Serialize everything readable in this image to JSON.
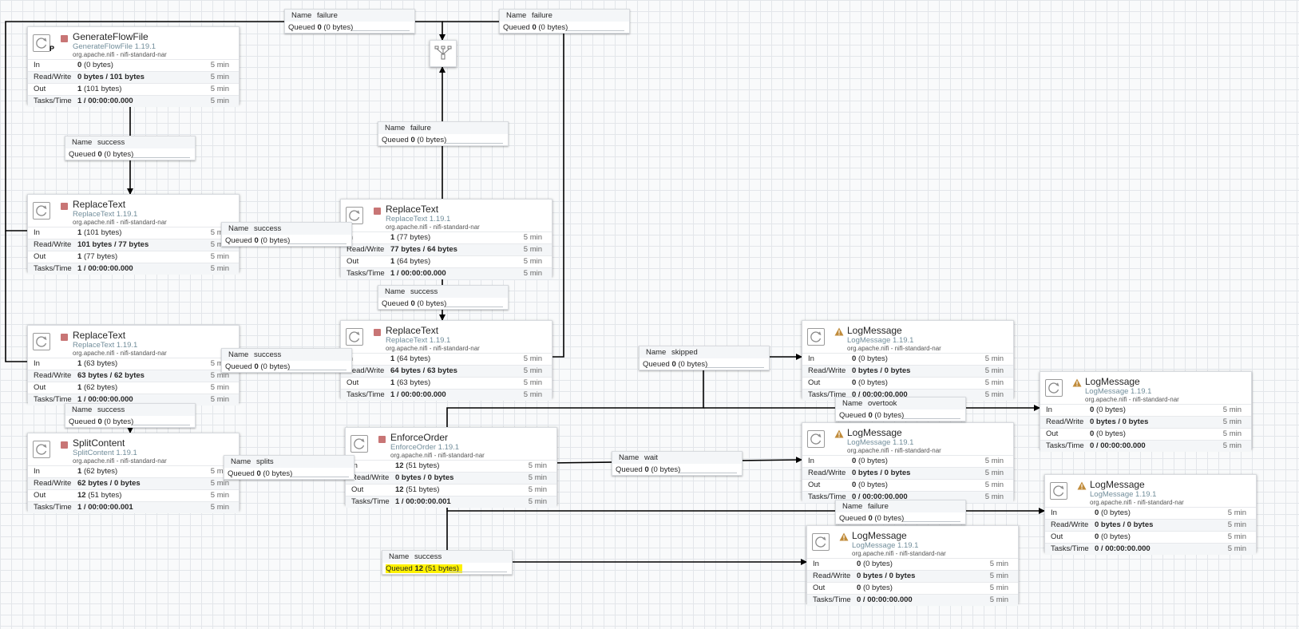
{
  "time_window": "5 min",
  "row_labels": {
    "in": "In",
    "read_write": "Read/Write",
    "out": "Out",
    "tasks_time": "Tasks/Time"
  },
  "conn_labels": {
    "name": "Name",
    "queued": "Queued"
  },
  "colors": {
    "stopped": "#c87575",
    "warning": "#c08b3a",
    "link": "#000000",
    "highlight": "#fff200"
  },
  "icons": {
    "processor": "processor-icon",
    "funnel": "funnel-icon",
    "stopped": "stopped-state-icon",
    "invalid": "warning-icon"
  },
  "processors": [
    {
      "id": "p1",
      "name": "GenerateFlowFile",
      "type": "GenerateFlowFile 1.19.1",
      "bundle": "org.apache.nifi - nifi-standard-nar",
      "primary": "P",
      "state": "stopped",
      "in_c": "0",
      "in_s": "(0 bytes)",
      "rw": "0 bytes / 101 bytes",
      "out_c": "1",
      "out_s": "(101 bytes)",
      "tasks": "1 / 00:00:00.000"
    },
    {
      "id": "p2",
      "name": "ReplaceText",
      "type": "ReplaceText 1.19.1",
      "bundle": "org.apache.nifi - nifi-standard-nar",
      "state": "stopped",
      "in_c": "1",
      "in_s": "(101 bytes)",
      "rw": "101 bytes / 77 bytes",
      "out_c": "1",
      "out_s": "(77 bytes)",
      "tasks": "1 / 00:00:00.000"
    },
    {
      "id": "p3",
      "name": "ReplaceText",
      "type": "ReplaceText 1.19.1",
      "bundle": "org.apache.nifi - nifi-standard-nar",
      "state": "stopped",
      "in_c": "1",
      "in_s": "(63 bytes)",
      "rw": "63 bytes / 62 bytes",
      "out_c": "1",
      "out_s": "(62 bytes)",
      "tasks": "1 / 00:00:00.000"
    },
    {
      "id": "p4",
      "name": "SplitContent",
      "type": "SplitContent 1.19.1",
      "bundle": "org.apache.nifi - nifi-standard-nar",
      "state": "stopped",
      "in_c": "1",
      "in_s": "(62 bytes)",
      "rw": "62 bytes / 0 bytes",
      "out_c": "12",
      "out_s": "(51 bytes)",
      "tasks": "1 / 00:00:00.001"
    },
    {
      "id": "p5",
      "name": "ReplaceText",
      "type": "ReplaceText 1.19.1",
      "bundle": "org.apache.nifi - nifi-standard-nar",
      "state": "stopped",
      "in_c": "1",
      "in_s": "(77 bytes)",
      "rw": "77 bytes / 64 bytes",
      "out_c": "1",
      "out_s": "(64 bytes)",
      "tasks": "1 / 00:00:00.000"
    },
    {
      "id": "p6",
      "name": "ReplaceText",
      "type": "ReplaceText 1.19.1",
      "bundle": "org.apache.nifi - nifi-standard-nar",
      "state": "stopped",
      "in_c": "1",
      "in_s": "(64 bytes)",
      "rw": "64 bytes / 63 bytes",
      "out_c": "1",
      "out_s": "(63 bytes)",
      "tasks": "1 / 00:00:00.000"
    },
    {
      "id": "p7",
      "name": "EnforceOrder",
      "type": "EnforceOrder 1.19.1",
      "bundle": "org.apache.nifi - nifi-standard-nar",
      "state": "stopped",
      "in_c": "12",
      "in_s": "(51 bytes)",
      "rw": "0 bytes / 0 bytes",
      "out_c": "12",
      "out_s": "(51 bytes)",
      "tasks": "1 / 00:00:00.001"
    },
    {
      "id": "p8",
      "name": "LogMessage",
      "type": "LogMessage 1.19.1",
      "bundle": "org.apache.nifi - nifi-standard-nar",
      "state": "invalid",
      "in_c": "0",
      "in_s": "(0 bytes)",
      "rw": "0 bytes / 0 bytes",
      "out_c": "0",
      "out_s": "(0 bytes)",
      "tasks": "0 / 00:00:00.000"
    },
    {
      "id": "p9",
      "name": "LogMessage",
      "type": "LogMessage 1.19.1",
      "bundle": "org.apache.nifi - nifi-standard-nar",
      "state": "invalid",
      "in_c": "0",
      "in_s": "(0 bytes)",
      "rw": "0 bytes / 0 bytes",
      "out_c": "0",
      "out_s": "(0 bytes)",
      "tasks": "0 / 00:00:00.000"
    },
    {
      "id": "p10",
      "name": "LogMessage",
      "type": "LogMessage 1.19.1",
      "bundle": "org.apache.nifi - nifi-standard-nar",
      "state": "invalid",
      "in_c": "0",
      "in_s": "(0 bytes)",
      "rw": "0 bytes / 0 bytes",
      "out_c": "0",
      "out_s": "(0 bytes)",
      "tasks": "0 / 00:00:00.000"
    },
    {
      "id": "p11",
      "name": "LogMessage",
      "type": "LogMessage 1.19.1",
      "bundle": "org.apache.nifi - nifi-standard-nar",
      "state": "invalid",
      "in_c": "0",
      "in_s": "(0 bytes)",
      "rw": "0 bytes / 0 bytes",
      "out_c": "0",
      "out_s": "(0 bytes)",
      "tasks": "0 / 00:00:00.000"
    },
    {
      "id": "p12",
      "name": "LogMessage",
      "type": "LogMessage 1.19.1",
      "bundle": "org.apache.nifi - nifi-standard-nar",
      "state": "invalid",
      "in_c": "0",
      "in_s": "(0 bytes)",
      "rw": "0 bytes / 0 bytes",
      "out_c": "0",
      "out_s": "(0 bytes)",
      "tasks": "0 / 00:00:00.000"
    }
  ],
  "connections": [
    {
      "id": "c1",
      "name": "failure",
      "count": "0",
      "size": "(0 bytes)"
    },
    {
      "id": "c2",
      "name": "failure",
      "count": "0",
      "size": "(0 bytes)"
    },
    {
      "id": "c3",
      "name": "success",
      "count": "0",
      "size": "(0 bytes)"
    },
    {
      "id": "c4",
      "name": "failure",
      "count": "0",
      "size": "(0 bytes)"
    },
    {
      "id": "c5",
      "name": "success",
      "count": "0",
      "size": "(0 bytes)"
    },
    {
      "id": "c6",
      "name": "success",
      "count": "0",
      "size": "(0 bytes)"
    },
    {
      "id": "c7",
      "name": "success",
      "count": "0",
      "size": "(0 bytes)"
    },
    {
      "id": "c8",
      "name": "success",
      "count": "0",
      "size": "(0 bytes)"
    },
    {
      "id": "c9",
      "name": "splits",
      "count": "0",
      "size": "(0 bytes)"
    },
    {
      "id": "c10",
      "name": "skipped",
      "count": "0",
      "size": "(0 bytes)"
    },
    {
      "id": "c11",
      "name": "overtook",
      "count": "0",
      "size": "(0 bytes)"
    },
    {
      "id": "c12",
      "name": "wait",
      "count": "0",
      "size": "(0 bytes)"
    },
    {
      "id": "c13",
      "name": "failure",
      "count": "0",
      "size": "(0 bytes)"
    },
    {
      "id": "c14",
      "name": "success",
      "count": "12",
      "size": "(51 bytes)",
      "highlight": true
    }
  ]
}
